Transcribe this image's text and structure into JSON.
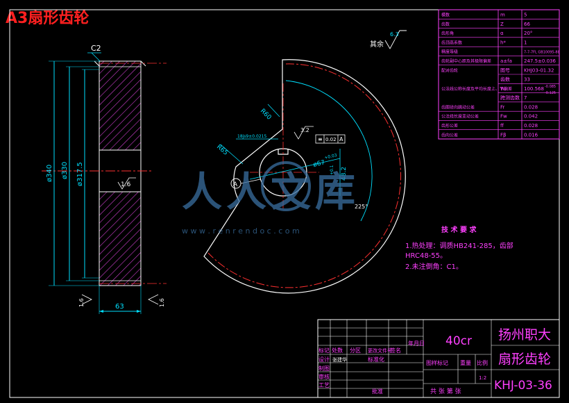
{
  "title": "A3扇形齿轮",
  "colors": {
    "background": "#000000",
    "outline": "#ffffff",
    "dimension": "#00e0ff",
    "centerline": "#ff3030",
    "hatch": "#d040d0",
    "text_magenta": "#ff40ff",
    "frame": "#ffffff",
    "watermark": "#3a6fa0"
  },
  "section_view": {
    "chamfer": "C2",
    "diameters": [
      "ø340",
      "ø330",
      "ø317.5"
    ],
    "roughness_bore": "1.6",
    "roughness_left": "1.6",
    "roughness_right": "1.6",
    "width": "63"
  },
  "front_view": {
    "roughness_general": "6.3",
    "roughness_general_label": "其余",
    "radius_tip": "R60",
    "radius_hub": "R65",
    "keyway_width": "18js9±0.0215",
    "roughness_key": "3.2",
    "tolerance_sym": "0.02",
    "tolerance_datum": "A",
    "bore_diameter": "ø67",
    "bore_tolerance": "+0.03",
    "keyway_depth": "48.2",
    "keyway_depth_tol": "+0.1",
    "angle": "225°",
    "datum_label": "A"
  },
  "param_table": {
    "rows": [
      {
        "name": "模数",
        "symbol": "m",
        "value": "5"
      },
      {
        "name": "齿数",
        "symbol": "Z",
        "value": "66"
      },
      {
        "name": "齿形角",
        "symbol": "α",
        "value": "20°"
      },
      {
        "name": "齿顶高系数",
        "symbol": "h*",
        "value": "1"
      },
      {
        "name": "精度等级",
        "symbol": "",
        "value": "7-7-7FL GB10095-88"
      },
      {
        "name": "齿轮副中心距及其极限偏差",
        "symbol": "a±fa",
        "value": "247.5±0.036"
      },
      {
        "name": "配对齿轮",
        "symbol": "图号",
        "value": "KHJ03-01.32"
      },
      {
        "name": "",
        "symbol": "齿数",
        "value": "33"
      },
      {
        "name": "公法线公称长度及平均长度上、下偏差",
        "symbol": "W",
        "value": "100.568"
      },
      {
        "name": "",
        "symbol": "跨测齿数",
        "value": "7"
      },
      {
        "name": "齿圈径向跳动公差",
        "symbol": "Fr",
        "value": "0.028"
      },
      {
        "name": "公法线长度变动公差",
        "symbol": "Fw",
        "value": "0.042"
      },
      {
        "name": "齿形公差",
        "symbol": "ff",
        "value": "0.028"
      },
      {
        "name": "齿向公差",
        "symbol": "Fβ",
        "value": "0.016"
      }
    ],
    "w_tol_upper": "-0.085",
    "w_tol_lower": "-0.125"
  },
  "tech_requirements": {
    "heading": "技 术 要 求",
    "line1": "1.热处理：调质HB241-285，齿部",
    "line2": "HRC48-55。",
    "line3": "2.未注倒角：C1。"
  },
  "title_block": {
    "material": "40cr",
    "school": "扬州职大",
    "part_name": "扇形齿轮",
    "drawing_no": "KHJ-03-36",
    "labels": {
      "mark": "标记",
      "count": "处数",
      "zone": "分区",
      "change_doc": "更改文件号",
      "signature": "签名",
      "date": "年月日",
      "design": "设计",
      "standardize": "标准化",
      "draft": "制图",
      "review": "审核",
      "process": "工艺",
      "approve": "批准",
      "stage_mark": "图样标记",
      "weight": "重量",
      "scale": "比例",
      "sheets": "共  张  第  张"
    },
    "designer": "张建华",
    "scale_value": "1:2"
  },
  "watermark": {
    "text": "人人文库",
    "url": "w w w . r e n r e n d o c . c o m"
  }
}
